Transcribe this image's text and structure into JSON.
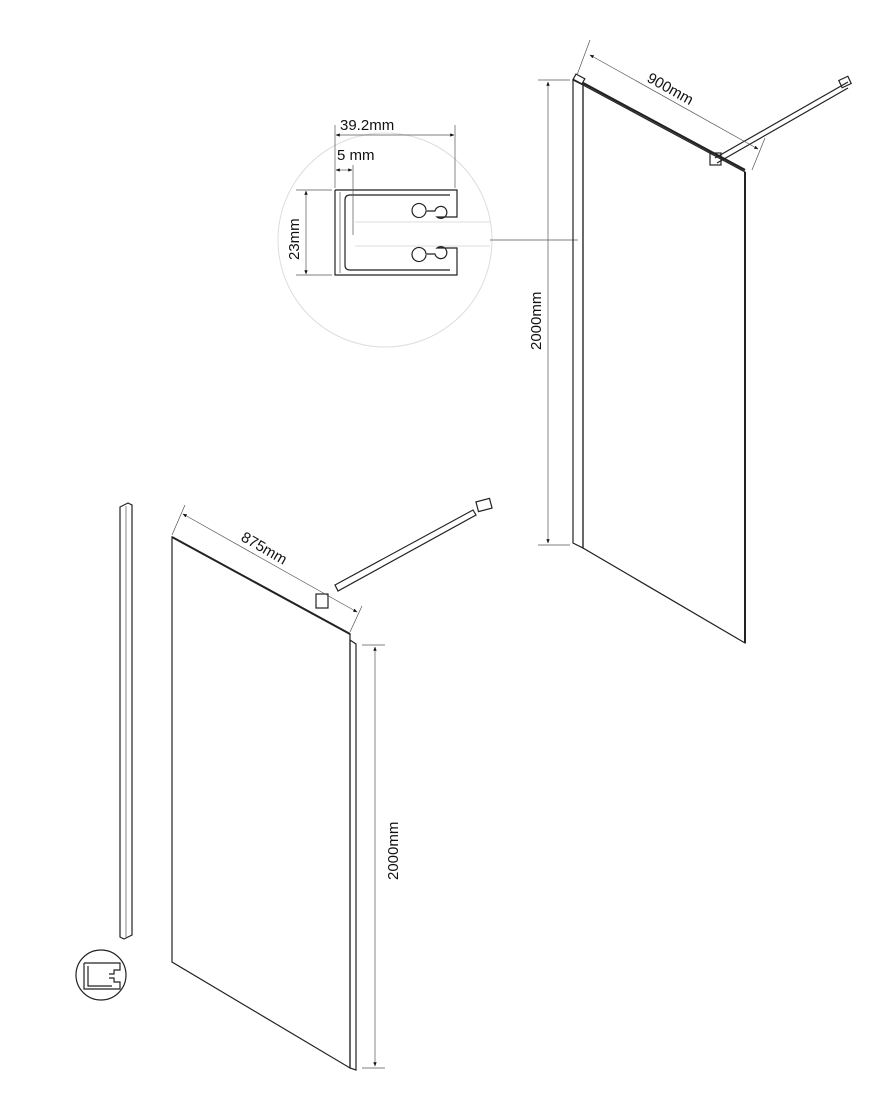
{
  "detail": {
    "width_label": "39.2mm",
    "wall_label": "5 mm",
    "height_label": "23mm"
  },
  "installed_panel": {
    "height_label": "2000mm",
    "width_label": "900mm"
  },
  "exploded_panel": {
    "width_label": "875mm",
    "height_label": "2000mm"
  }
}
